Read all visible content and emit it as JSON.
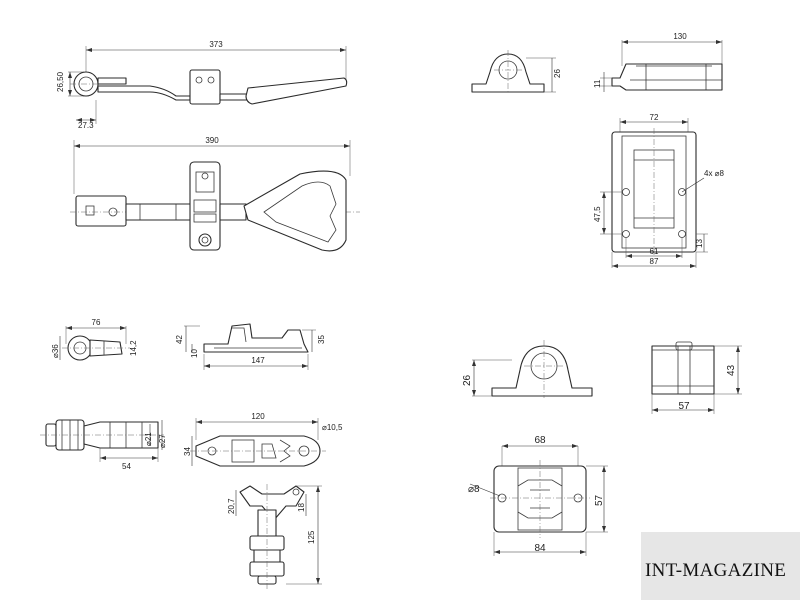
{
  "watermark": {
    "text": "INT-MAGAZINE"
  },
  "dimensions": {
    "latch_side": {
      "length": "373",
      "height": "26,50",
      "pivot": "27.3"
    },
    "latch_top": {
      "length": "390"
    },
    "keeper_small_side": {
      "length": "76",
      "diameter": "⌀36",
      "pin": "14,2"
    },
    "keeper_small_top": {
      "length": "147",
      "height_left": "42",
      "offset": "10",
      "height_right": "35"
    },
    "bolt_side": {
      "length": "54",
      "d_inner": "⌀21",
      "d_outer": "⌀27"
    },
    "bolt_top": {
      "length": "120",
      "hole": "⌀10,5",
      "width": "34"
    },
    "bolt_front": {
      "height": "125",
      "top_left": "20,7",
      "top_right": "18"
    },
    "bracket_small_front": {
      "height": "26"
    },
    "bracket_small_side": {
      "length": "130",
      "height": "11"
    },
    "bracket_small_top": {
      "width": "72",
      "holes": "4x ⌀8",
      "h_spacing": "47,5",
      "h_edge": "13",
      "spacing": "61",
      "overall": "87"
    },
    "bracket_large_front": {
      "height": "26"
    },
    "bracket_large_side": {
      "width": "57",
      "height": "43"
    },
    "bracket_large_top": {
      "spacing": "68",
      "hole": "⌀8",
      "height": "57",
      "overall": "84"
    }
  }
}
